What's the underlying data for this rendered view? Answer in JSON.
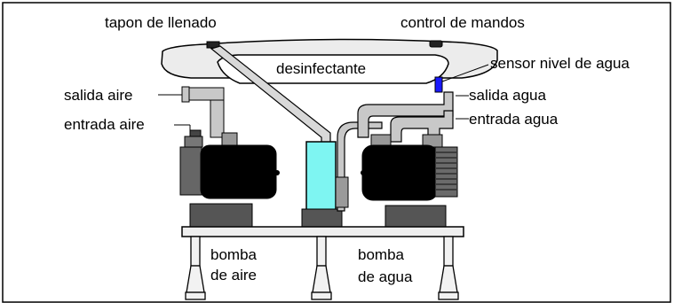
{
  "labels": {
    "tapon": "tapon de llenado",
    "control": "control de mandos",
    "desinfectante": "desinfectante",
    "sensor": "sensor nivel de agua",
    "salida_aire": "salida aire",
    "salida_agua": "salida agua",
    "entrada_aire": "entrada aire",
    "entrada_agua": "entrada agua",
    "bomba_aire_1": "bomba",
    "bomba_aire_2": "de aire",
    "bomba_agua_1": "bomba",
    "bomba_agua_2": "de agua"
  },
  "colors": {
    "frame": "#000000",
    "light_gray": "#e8e8e8",
    "pipe_gray": "#c8c8c8",
    "mid_gray": "#8a8a8a",
    "dark_gray": "#555555",
    "motor": "#000000",
    "disinfectant": "#7ef5f2",
    "sensor": "#1a1aff"
  }
}
